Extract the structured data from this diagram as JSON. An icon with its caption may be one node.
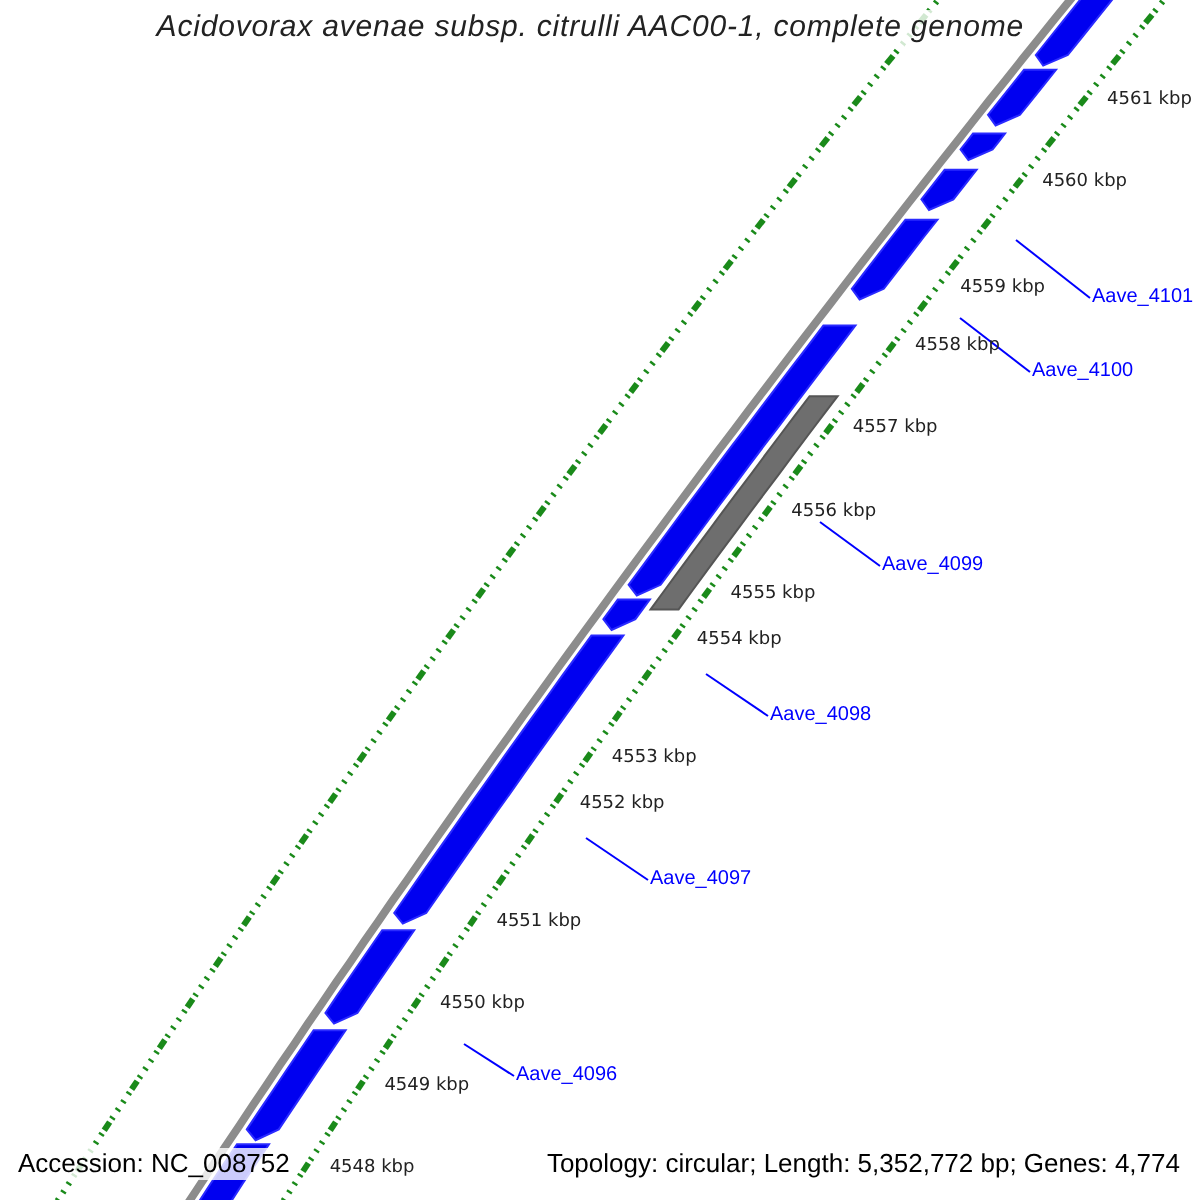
{
  "diagram": {
    "title": "Acidovorax avenae subsp. citrulli AAC00-1, complete genome",
    "nodes": [
      {
        "text": [
          "Aave_4101"
        ]
      },
      {
        "text": [
          "Aave_4100"
        ]
      },
      {
        "text": [
          "Aave_4099"
        ]
      },
      {
        "text": [
          "Aave_4098"
        ]
      },
      {
        "text": [
          "Aave_4097"
        ]
      },
      {
        "text": [
          "Aave_4096"
        ]
      }
    ],
    "edges": [
      {
        "from": 0,
        "to": null,
        "arrow": "none"
      },
      {
        "from": 1,
        "to": null,
        "arrow": "none"
      },
      {
        "from": 2,
        "to": null,
        "arrow": "none"
      },
      {
        "from": 3,
        "to": null,
        "arrow": "none"
      },
      {
        "from": 4,
        "to": null,
        "arrow": "none"
      },
      {
        "from": 5,
        "to": null,
        "arrow": "none"
      }
    ],
    "labels": [
      "4561 kbp",
      "4560 kbp",
      "4559 kbp",
      "4558 kbp",
      "4557 kbp",
      "4556 kbp",
      "4555 kbp",
      "4554 kbp",
      "4553 kbp",
      "4552 kbp",
      "4551 kbp",
      "4550 kbp",
      "4549 kbp",
      "4548 kbp",
      "Accession: NC_008752",
      "Topology: circular; Length: 5,352,772 bp; Genes: 4,774"
    ]
  }
}
